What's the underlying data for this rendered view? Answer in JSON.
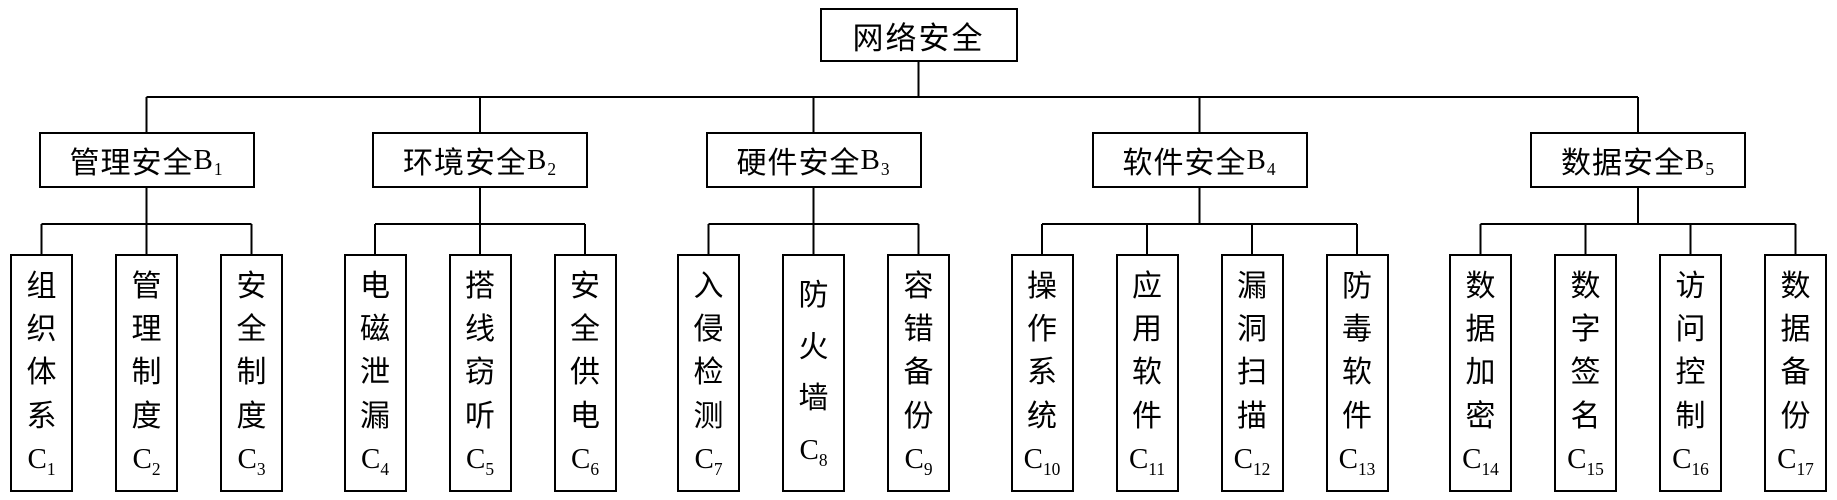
{
  "root": {
    "label": "网络安全"
  },
  "branches": [
    {
      "label": "管理安全",
      "code_letter": "B",
      "code_sub": "1",
      "children": [
        {
          "chars": "组织体系",
          "code_letter": "C",
          "code_sub": "1"
        },
        {
          "chars": "管理制度",
          "code_letter": "C",
          "code_sub": "2"
        },
        {
          "chars": "安全制度",
          "code_letter": "C",
          "code_sub": "3"
        }
      ]
    },
    {
      "label": "环境安全",
      "code_letter": "B",
      "code_sub": "2",
      "children": [
        {
          "chars": "电磁泄漏",
          "code_letter": "C",
          "code_sub": "4"
        },
        {
          "chars": "搭线窃听",
          "code_letter": "C",
          "code_sub": "5"
        },
        {
          "chars": "安全供电",
          "code_letter": "C",
          "code_sub": "6"
        }
      ]
    },
    {
      "label": "硬件安全",
      "code_letter": "B",
      "code_sub": "3",
      "children": [
        {
          "chars": "入侵检测",
          "code_letter": "C",
          "code_sub": "7"
        },
        {
          "chars": "防火墙",
          "code_letter": "C",
          "code_sub": "8"
        },
        {
          "chars": "容错备份",
          "code_letter": "C",
          "code_sub": "9"
        }
      ]
    },
    {
      "label": "软件安全",
      "code_letter": "B",
      "code_sub": "4",
      "children": [
        {
          "chars": "操作系统",
          "code_letter": "C",
          "code_sub": "10"
        },
        {
          "chars": "应用软件",
          "code_letter": "C",
          "code_sub": "11"
        },
        {
          "chars": "漏洞扫描",
          "code_letter": "C",
          "code_sub": "12"
        },
        {
          "chars": "防毒软件",
          "code_letter": "C",
          "code_sub": "13"
        }
      ]
    },
    {
      "label": "数据安全",
      "code_letter": "B",
      "code_sub": "5",
      "children": [
        {
          "chars": "数据加密",
          "code_letter": "C",
          "code_sub": "14"
        },
        {
          "chars": "数字签名",
          "code_letter": "C",
          "code_sub": "15"
        },
        {
          "chars": "访问控制",
          "code_letter": "C",
          "code_sub": "16"
        },
        {
          "chars": "数据备份",
          "code_letter": "C",
          "code_sub": "17"
        }
      ]
    }
  ],
  "colors": {
    "line": "#000000",
    "border": "#000000",
    "text": "#000000",
    "background": "#ffffff"
  }
}
